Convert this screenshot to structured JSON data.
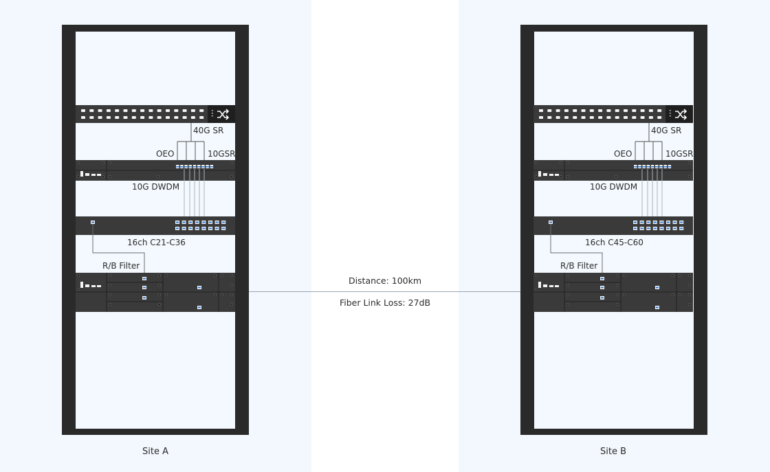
{
  "site_a": {
    "name": "Site A",
    "label_40g": "40G SR",
    "label_oeo": "OEO",
    "label_10gsr": "10GSR",
    "label_dwdm": "10G DWDM",
    "label_channels": "16ch C21-C36",
    "label_filter": "R/B Filter"
  },
  "site_b": {
    "name": "Site B",
    "label_40g": "40G SR",
    "label_oeo": "OEO",
    "label_10gsr": "10GSR",
    "label_dwdm": "10G DWDM",
    "label_channels": "16ch C45-C60",
    "label_filter": "R/B Filter"
  },
  "link": {
    "distance": "Distance: 100km",
    "loss": "Fiber Link Loss: 27dB"
  },
  "colors": {
    "rack_frame": "#2a2a2a",
    "rack_inner": "#f3f9fe",
    "device": "#3a3a3a",
    "port_white": "#f4f4f4",
    "port_blue": "#2e74c9",
    "fiber": "#a9b2ba",
    "panel_bg": "#f2f8fd"
  },
  "icons": [
    "shuffle-icon"
  ]
}
